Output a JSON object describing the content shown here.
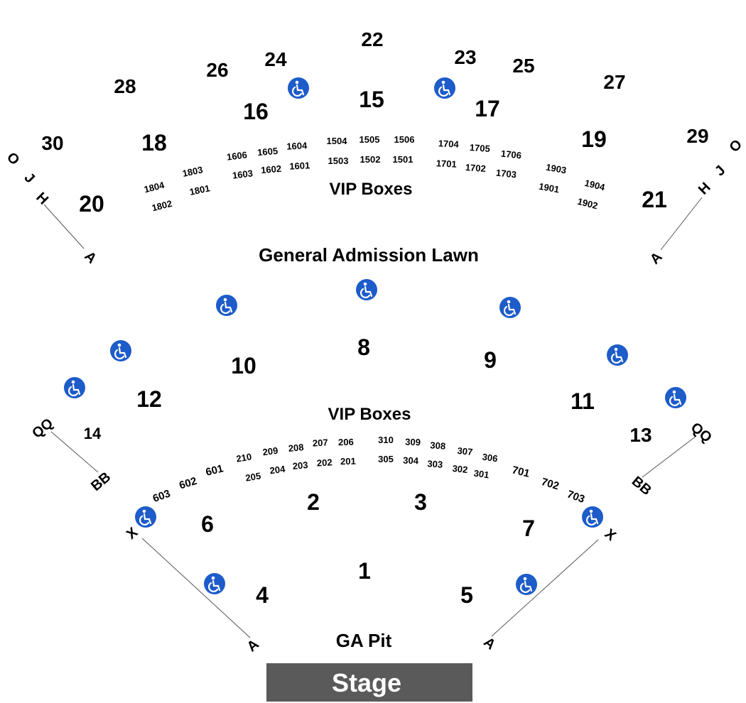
{
  "zones": {
    "stage": "Stage",
    "ga_pit": "GA Pit",
    "vip_boxes_upper": "VIP Boxes",
    "vip_boxes_lower": "VIP Boxes",
    "lawn": "General Admission Lawn"
  },
  "sections": [
    "1",
    "2",
    "3",
    "4",
    "5",
    "6",
    "7",
    "8",
    "9",
    "10",
    "11",
    "12",
    "13",
    "14",
    "15",
    "16",
    "17",
    "18",
    "19",
    "20",
    "21",
    "22",
    "23",
    "24",
    "25",
    "26",
    "27",
    "28",
    "29",
    "30"
  ],
  "upper_boxes": [
    "1804",
    "1802",
    "1803",
    "1801",
    "1606",
    "1603",
    "1605",
    "1602",
    "1604",
    "1601",
    "1504",
    "1503",
    "1505",
    "1502",
    "1506",
    "1501",
    "1704",
    "1701",
    "1705",
    "1702",
    "1706",
    "1703",
    "1903",
    "1901",
    "1904",
    "1902"
  ],
  "lower_boxes": [
    "603",
    "602",
    "601",
    "210",
    "205",
    "209",
    "204",
    "208",
    "203",
    "207",
    "202",
    "206",
    "201",
    "310",
    "305",
    "309",
    "304",
    "308",
    "303",
    "307",
    "302",
    "306",
    "301",
    "701",
    "702",
    "703"
  ],
  "row_markers": {
    "upper_left": [
      "O",
      "J",
      "H",
      "A"
    ],
    "upper_right": [
      "O",
      "J",
      "H",
      "A"
    ],
    "mid_left": [
      "QQ",
      "BB"
    ],
    "mid_right": [
      "QQ",
      "BB"
    ],
    "lower_left": [
      "X",
      "A"
    ],
    "lower_right": [
      "X",
      "A"
    ]
  },
  "wheelchair_icon_color": "#1d5cc9",
  "stage_color": "#5a5a5a"
}
